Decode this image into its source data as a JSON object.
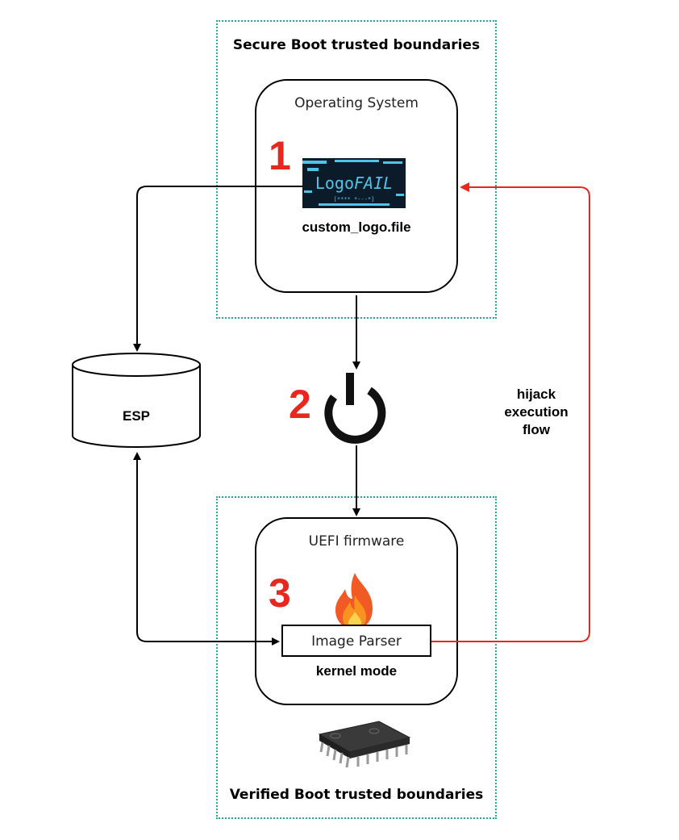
{
  "secure_boot": {
    "title": "Secure Boot trusted boundaries"
  },
  "verified_boot": {
    "title": "Verified Boot trusted boundaries"
  },
  "os_box": {
    "title": "Operating System",
    "step": "1",
    "file_label": "custom_logo.file"
  },
  "logo_badge": {
    "text_plain": "Logo",
    "text_italic": "FAIL",
    "subtext": "[**** *---*]"
  },
  "power": {
    "step": "2"
  },
  "uefi_box": {
    "title": "UEFI firmware",
    "step": "3",
    "parser_label": "Image Parser",
    "mode_label": "kernel mode"
  },
  "esp": {
    "label": "ESP"
  },
  "hijack": {
    "line1": "hijack",
    "line2": "execution",
    "line3": "flow"
  },
  "colors": {
    "accent_red": "#e8271f",
    "boundary_teal": "#2aa89a",
    "logo_bg": "#0c1b2a",
    "logo_text": "#4fc3e8"
  },
  "icons": {
    "power": "power-icon",
    "flame": "fire-icon",
    "chip": "microchip-icon",
    "database": "database-cylinder-icon"
  }
}
